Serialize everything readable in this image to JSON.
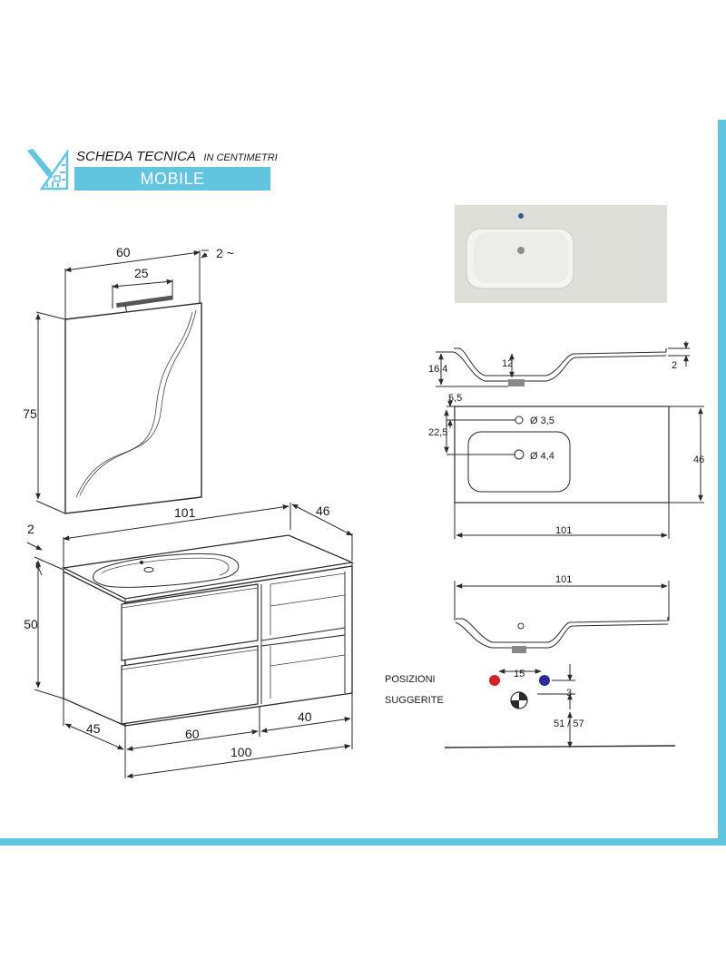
{
  "header": {
    "title": "SCHEDA TECNICA",
    "unit_note": "IN CENTIMETRI",
    "section": "MOBILE"
  },
  "icons": {
    "header": "ruler-pencil-icon"
  },
  "colors": {
    "accent": "#62c5df",
    "hot_water": "#d71f26",
    "cold_water": "#2a2a9a"
  },
  "mirror": {
    "width": "60",
    "lamp_width": "25",
    "depth": "2 ~",
    "height": "75"
  },
  "cabinet": {
    "top_width": "101",
    "top_depth": "46",
    "top_thickness": "2",
    "height": "50",
    "side_depth": "45",
    "drawer_width": "60",
    "shelf_width": "40",
    "total_width": "100"
  },
  "basin_profile": {
    "height": "16,4",
    "bowl_depth": "12",
    "rim": "2"
  },
  "basin_plan": {
    "hole_offset_top": "5,5",
    "drain_offset_top": "22,5",
    "tap_hole": "Ø 3,5",
    "drain_hole": "Ø 4,4",
    "depth": "46",
    "width": "101"
  },
  "plumbing": {
    "width": "101",
    "label_line1": "POSIZIONI",
    "label_line2": "SUGGERITE",
    "pipe_spacing": "15",
    "pipe_offset": "3",
    "drain_height": "51 / 57"
  }
}
